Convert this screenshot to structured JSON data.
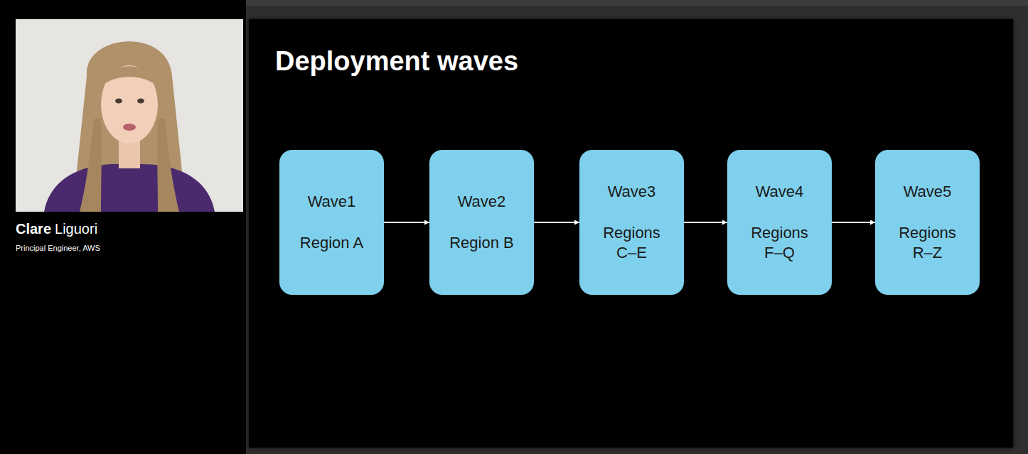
{
  "diagram": {
    "title": "Deployment waves",
    "nodes": [
      {
        "text": [
          "Wave1",
          "Region A"
        ]
      },
      {
        "text": [
          "Wave2",
          "Region B"
        ]
      },
      {
        "text": [
          "Wave3",
          "Regions C–E"
        ]
      },
      {
        "text": [
          "Wave4",
          "Regions F–Q"
        ]
      },
      {
        "text": [
          "Wave5",
          "Regions R–Z"
        ]
      }
    ],
    "edges": [
      {
        "from": 0,
        "to": 1,
        "arrow": "to"
      },
      {
        "from": 1,
        "to": 2,
        "arrow": "to"
      },
      {
        "from": 2,
        "to": 3,
        "arrow": "to"
      },
      {
        "from": 3,
        "to": 4,
        "arrow": "to"
      }
    ],
    "labels": [
      "Clare",
      "Liguori",
      "Principal Engineer, AWS"
    ]
  }
}
